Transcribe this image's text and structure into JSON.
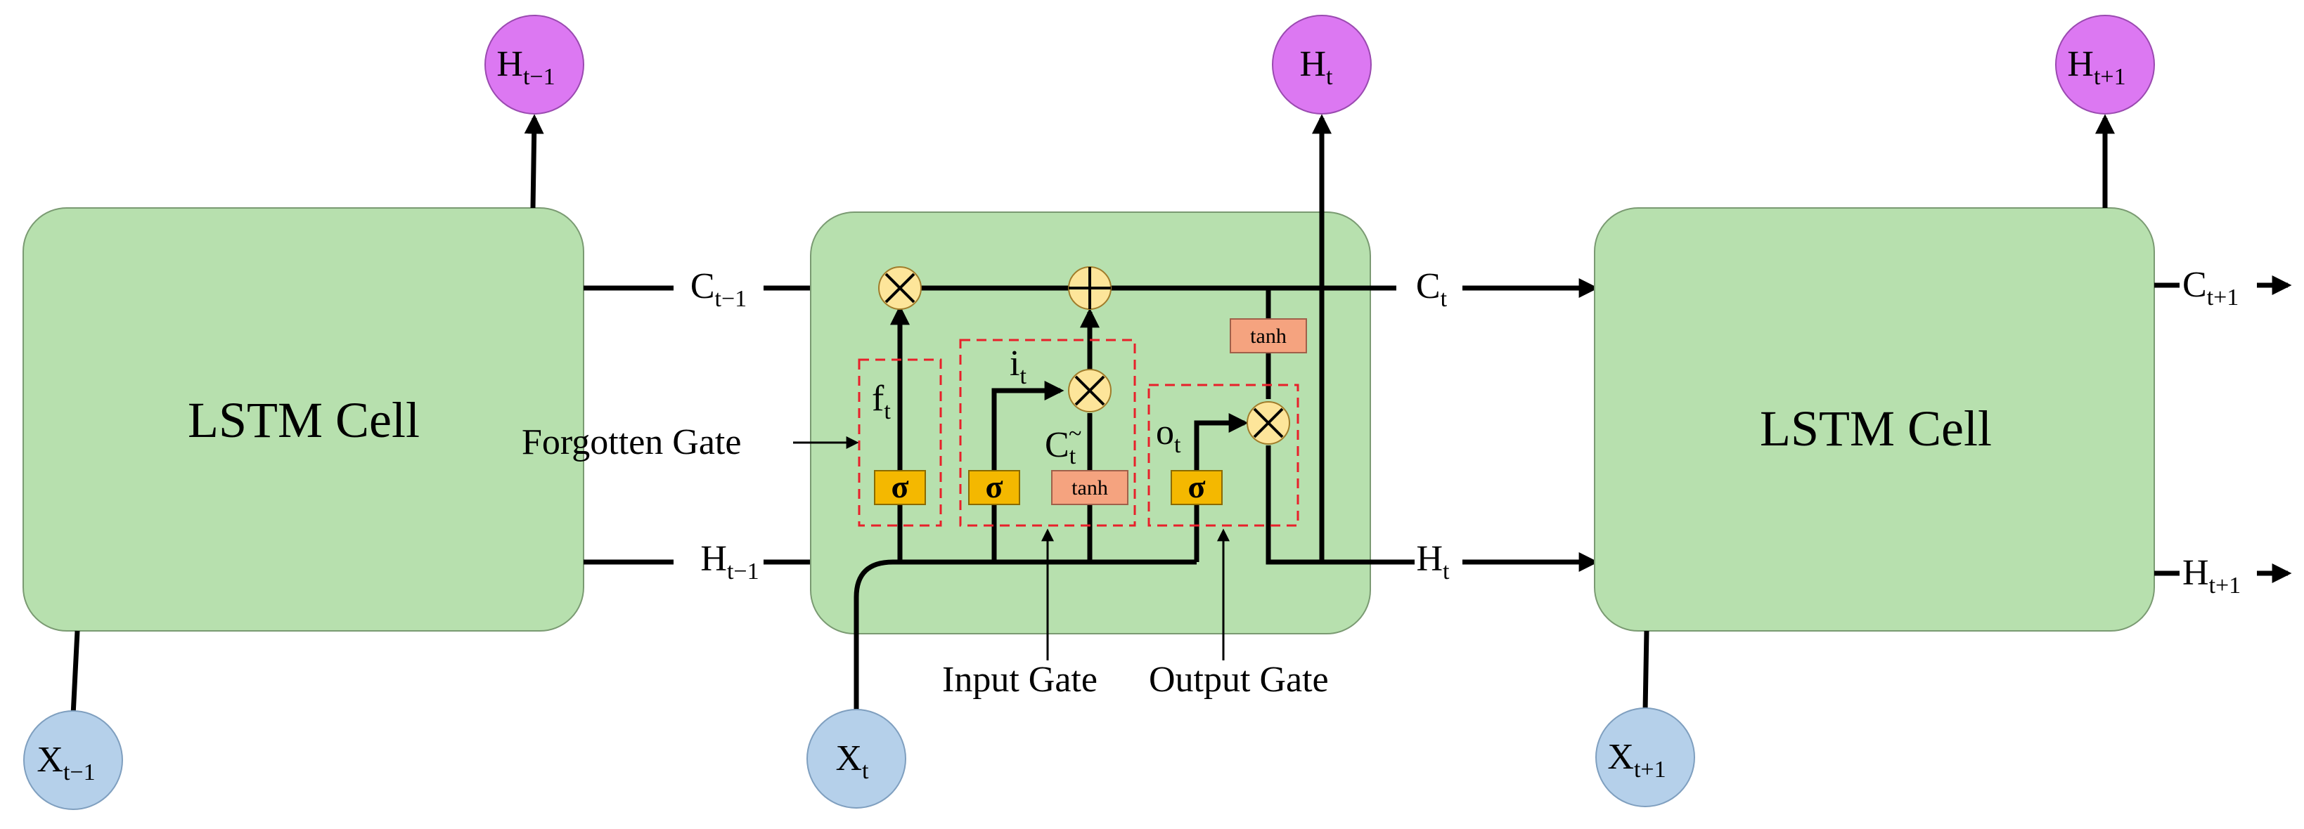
{
  "colors": {
    "cell_fill": "#b7e0ae",
    "cell_stroke": "#7a9a72",
    "hidden_node": "#dc78f2",
    "input_node": "#b5d0ea",
    "sigma_box": "#f4b800",
    "tanh_box": "#f5a37f",
    "op_circle": "#fde59a",
    "gate_border": "#e8202a"
  },
  "cells": {
    "left_title": "LSTM Cell",
    "right_title": "LSTM Cell"
  },
  "nodes": {
    "h_prev": {
      "main": "H",
      "sub": "t−1"
    },
    "h_curr": {
      "main": "H",
      "sub": "t"
    },
    "h_next": {
      "main": "H",
      "sub": "t+1"
    },
    "x_prev": {
      "main": "X",
      "sub": "t−1"
    },
    "x_curr": {
      "main": "X",
      "sub": "t"
    },
    "x_next": {
      "main": "X",
      "sub": "t+1"
    }
  },
  "flow_labels": {
    "c_prev": {
      "main": "C",
      "sub": "t−1"
    },
    "h_prev": {
      "main": "H",
      "sub": "t−1"
    },
    "c_curr": {
      "main": "C",
      "sub": "t"
    },
    "h_curr": {
      "main": "H",
      "sub": "t"
    },
    "c_next": {
      "main": "C",
      "sub": "t+1"
    },
    "h_next": {
      "main": "H",
      "sub": "t+1"
    }
  },
  "gate_signals": {
    "f": {
      "main": "f",
      "sub": "t"
    },
    "i": {
      "main": "i",
      "sub": "t"
    },
    "c_tilde": {
      "main": "C",
      "sub": "t",
      "mark": "~"
    },
    "o": {
      "main": "o",
      "sub": "t"
    }
  },
  "boxes": {
    "sigma": "σ",
    "tanh": "tanh"
  },
  "annotations": {
    "forget_gate": "Forgotten Gate",
    "input_gate": "Input Gate",
    "output_gate": "Output Gate"
  }
}
